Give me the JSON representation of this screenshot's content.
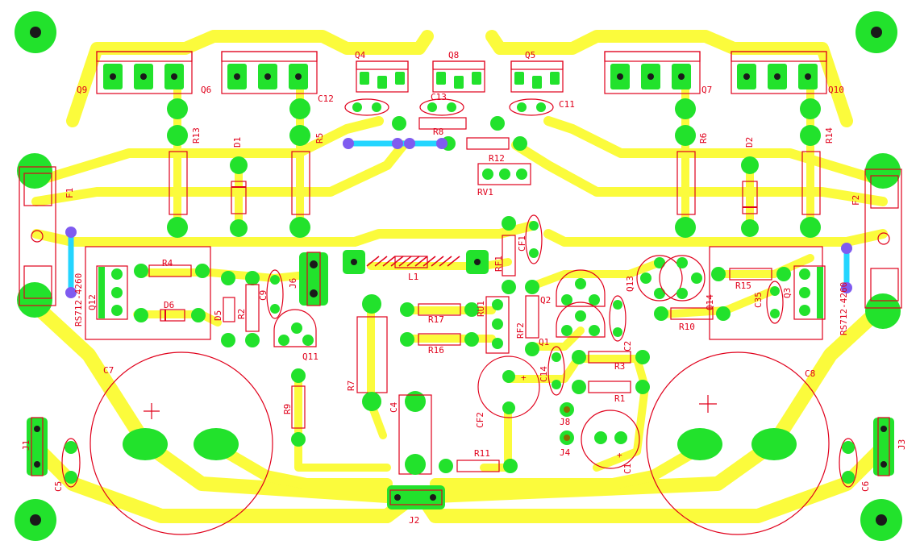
{
  "colors": {
    "trace": "#fbfb3c",
    "pad": "#22e22c",
    "silkscreen": "#e0001b",
    "via": "#7f5bf0",
    "jumper": "#23d5ff",
    "background": "#ffffff"
  },
  "components": {
    "transistors": [
      "Q9",
      "Q6",
      "Q4",
      "Q8",
      "Q5",
      "Q7",
      "Q10",
      "Q1",
      "Q2",
      "Q11",
      "Q12",
      "Q13",
      "Q14",
      "Q3"
    ],
    "resistors": [
      "R13",
      "R5",
      "R6",
      "R14",
      "R8",
      "R12",
      "R4",
      "R2",
      "R17",
      "R16",
      "R7",
      "R9",
      "R11",
      "R3",
      "R1",
      "R15",
      "R10",
      "RF1",
      "RF2"
    ],
    "capacitors": [
      "C12",
      "C13",
      "C11",
      "C9",
      "C7",
      "C8",
      "C5",
      "C6",
      "C4",
      "C14",
      "C2",
      "C1",
      "C35",
      "CF1",
      "CF2"
    ],
    "diodes": [
      "D1",
      "D2",
      "D5",
      "D6"
    ],
    "fuses": [
      "F1",
      "F2"
    ],
    "connectors": [
      "J1",
      "J2",
      "J3",
      "J4",
      "J6",
      "J8"
    ],
    "other": [
      "RV1",
      "L1",
      "RU1"
    ],
    "varistors": [
      "RS712-4260",
      "RS712-4260"
    ]
  },
  "labels": {
    "Q9": "Q9",
    "Q6": "Q6",
    "Q4": "Q4",
    "Q8": "Q8",
    "Q5": "Q5",
    "Q7": "Q7",
    "Q10": "Q10",
    "C12": "C12",
    "C13": "C13",
    "C11": "C11",
    "R13": "R13",
    "D1": "D1",
    "R5": "R5",
    "R8": "R8",
    "R12": "R12",
    "RV1": "RV1",
    "R6": "R6",
    "D2": "D2",
    "R14": "R14",
    "F1": "F1",
    "F2": "F2",
    "R4": "R4",
    "Q12": "Q12",
    "RS_L": "RS712-4260",
    "D6": "D6",
    "D5": "D5",
    "R2": "R2",
    "C9": "C9",
    "J6": "J6",
    "L1": "L1",
    "RF1": "RF1",
    "CF1": "CF1",
    "RU1": "RU1",
    "R17": "R17",
    "R16": "R16",
    "RF2": "RF2",
    "Q2": "Q2",
    "Q1": "Q1",
    "Q13": "Q13",
    "Q14": "Q14",
    "R15": "R15",
    "C35": "C35",
    "Q3": "Q3",
    "RS_R": "RS712-4260",
    "R10": "R10",
    "C2": "C2",
    "R3": "R3",
    "R1": "R1",
    "C14": "C14",
    "Q11": "Q11",
    "R7": "R7",
    "R9": "R9",
    "C4": "C4",
    "CF2": "CF2",
    "J8": "J8",
    "J4": "J4",
    "C1": "C1",
    "C7": "C7",
    "C8": "C8",
    "J1": "J1",
    "J3": "J3",
    "C5": "C5",
    "C6": "C6",
    "R11": "R11",
    "J2": "J2",
    "plus_C1": "+",
    "plus_CF2": "+"
  }
}
